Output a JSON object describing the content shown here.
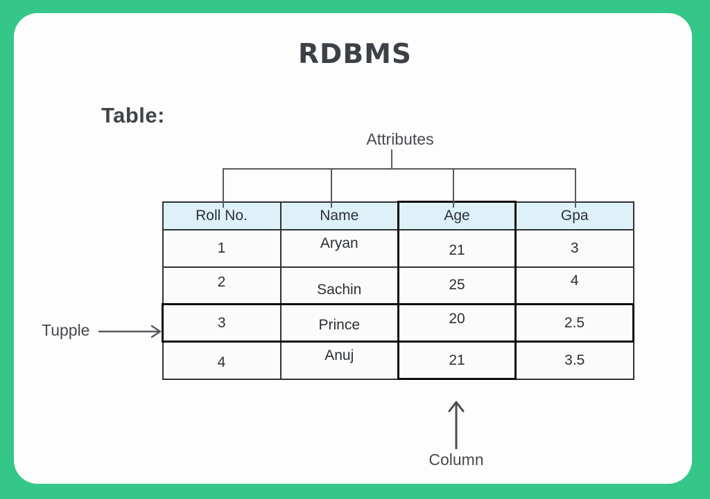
{
  "title": "RDBMS",
  "section_label": "Table:",
  "labels": {
    "attributes": "Attributes",
    "tuple": "Tupple",
    "column": "Column"
  },
  "table": {
    "headers": [
      "Roll No.",
      "Name",
      "Age",
      "Gpa"
    ],
    "rows": [
      [
        "1",
        "Aryan",
        "21",
        "3"
      ],
      [
        "2",
        "Sachin",
        "25",
        "4"
      ],
      [
        "3",
        "Prince",
        "20",
        "2.5"
      ],
      [
        "4",
        "Anuj",
        "21",
        "3.5"
      ]
    ],
    "highlighted_row_index": 2,
    "highlighted_column_index": 2
  },
  "colors": {
    "background_green": "#35c78a",
    "card_white": "#fdfdfd",
    "header_blue": "#def1f9",
    "cell_white": "#fbfbfb",
    "thin_border": "#2e3134",
    "highlight_border": "#0c0c0c",
    "connector_gray": "#56595d",
    "text_dark": "#3d4147"
  }
}
